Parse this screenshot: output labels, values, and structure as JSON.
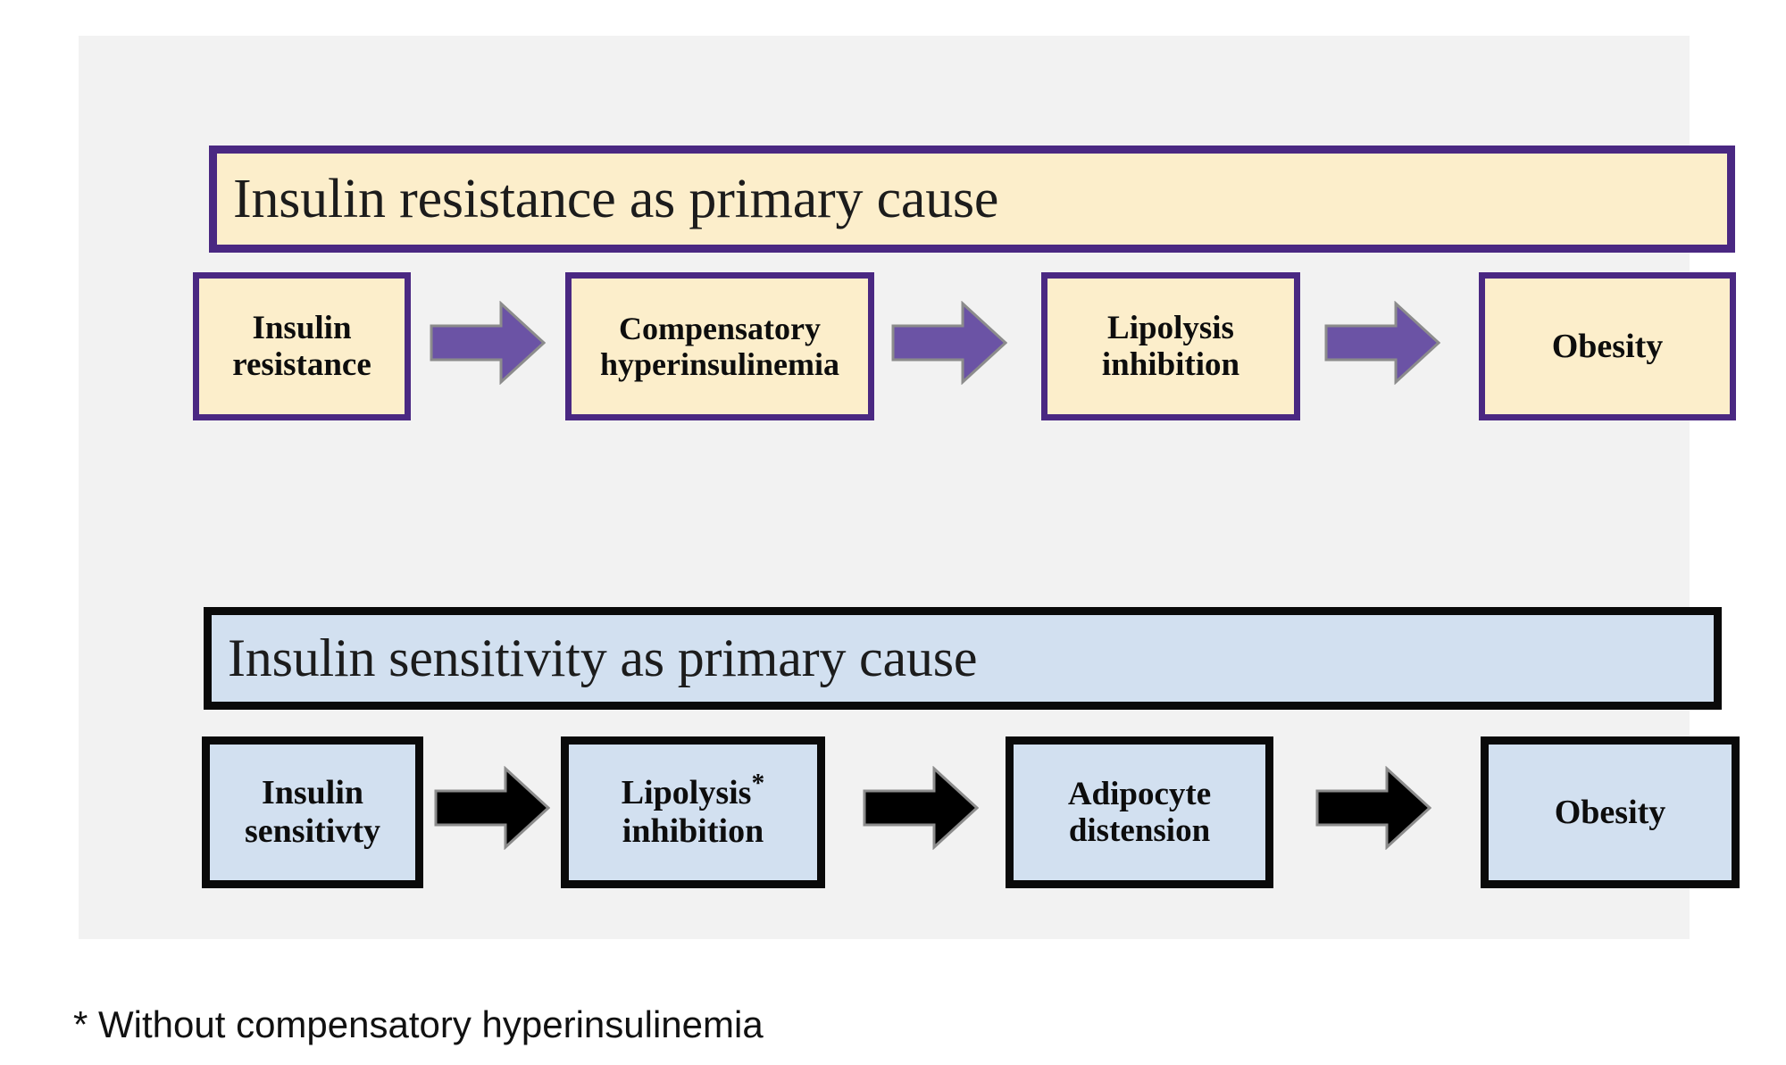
{
  "figure": {
    "panel_background": "#f2f2f2",
    "footnote": "* Without compensatory hyperinsulinemia"
  },
  "sections": [
    {
      "id": "insulin-resistance",
      "title": "Insulin resistance as primary cause",
      "accent_color": "#4a2882",
      "fill_color": "#fceecb",
      "arrow_color": "#6b53a5",
      "nodes": [
        {
          "line1": "Insulin",
          "line2": "resistance"
        },
        {
          "line1": "Compensatory",
          "line2": "hyperinsulinemia"
        },
        {
          "line1": "Lipolysis",
          "line2": "inhibition"
        },
        {
          "line1": "Obesity",
          "line2": ""
        }
      ]
    },
    {
      "id": "insulin-sensitivity",
      "title": "Insulin sensitivity as primary cause",
      "accent_color": "#0a0a0a",
      "fill_color": "#d2e0f0",
      "arrow_color": "#000000",
      "nodes": [
        {
          "line1": "Insulin",
          "line2": "sensitivty",
          "footnote_marker": ""
        },
        {
          "line1": "Lipolysis",
          "line2": "inhibition",
          "footnote_marker": "*"
        },
        {
          "line1": "Adipocyte",
          "line2": "distension",
          "footnote_marker": ""
        },
        {
          "line1": "Obesity",
          "line2": "",
          "footnote_marker": ""
        }
      ]
    }
  ]
}
